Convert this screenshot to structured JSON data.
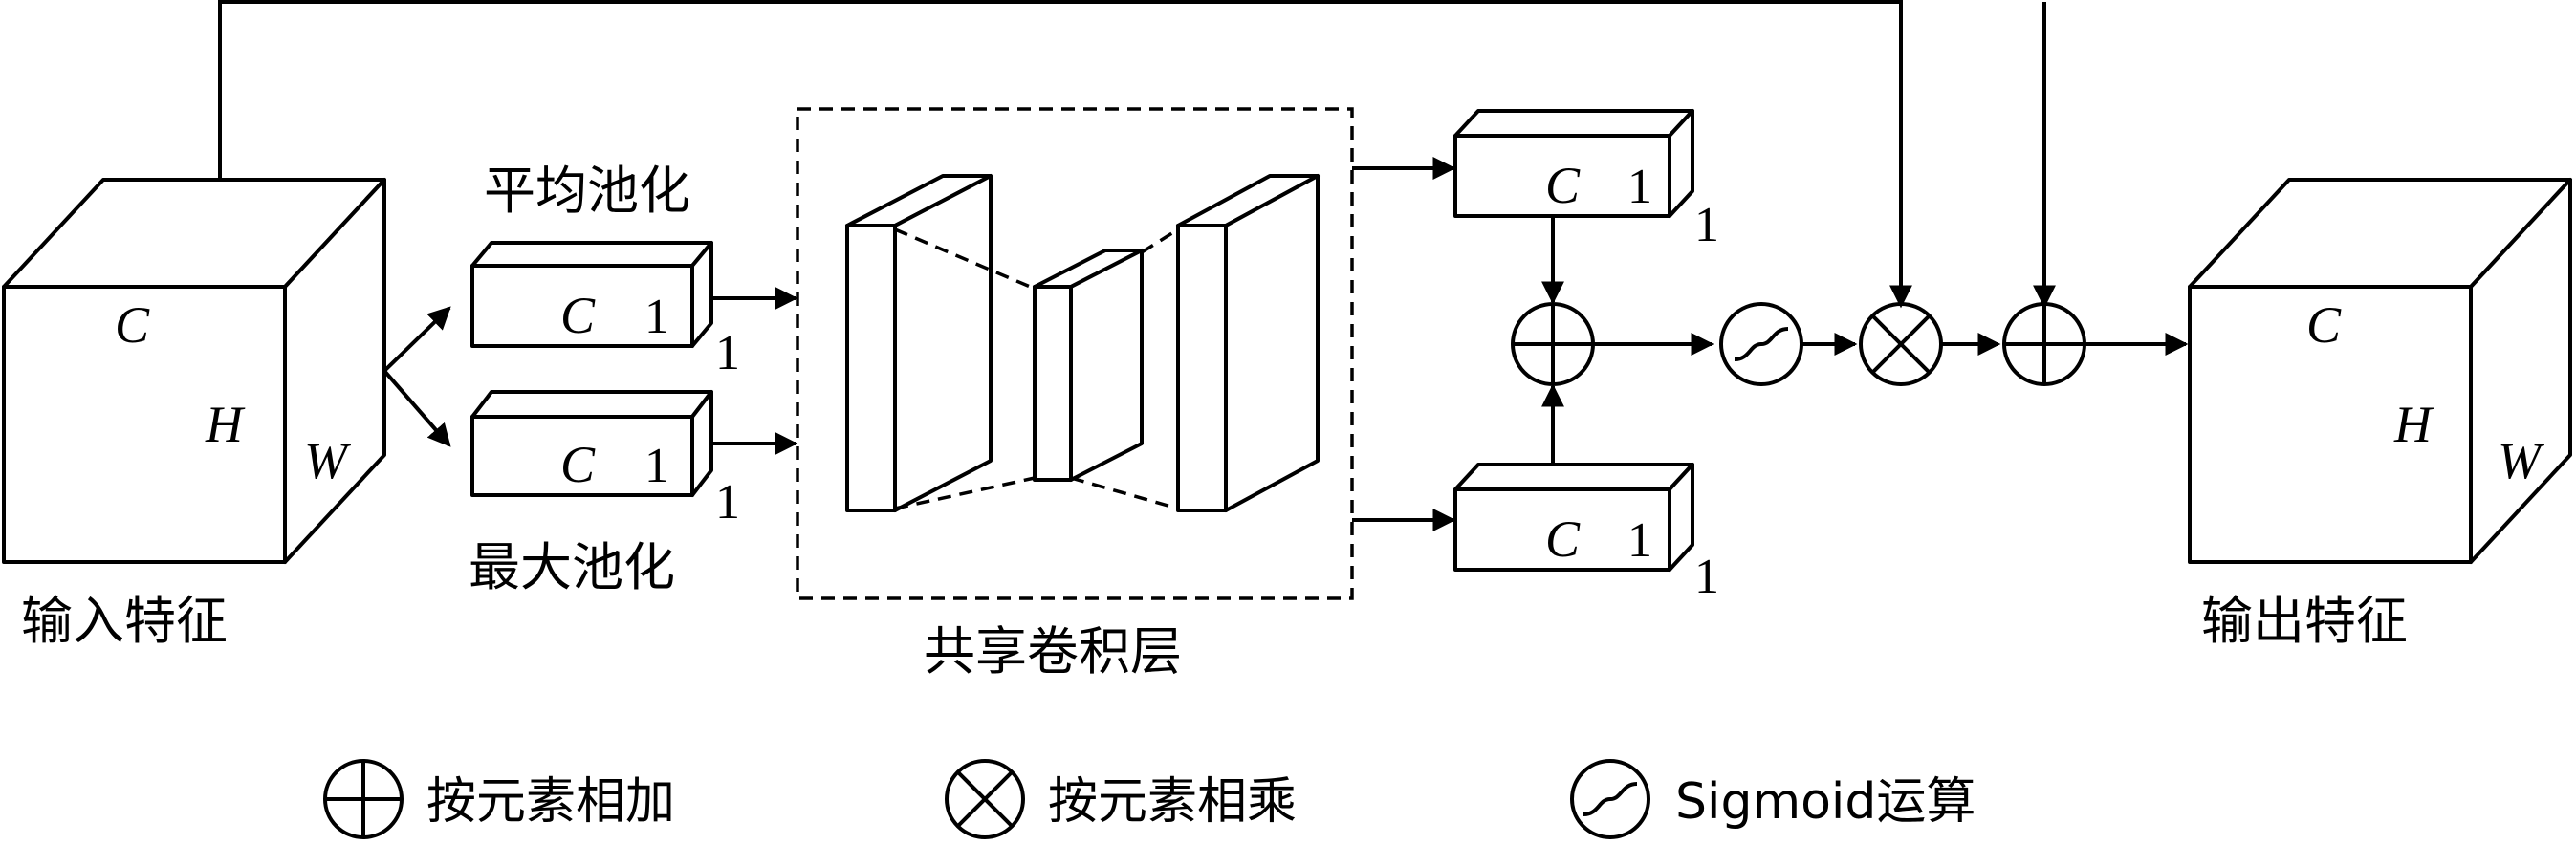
{
  "input": {
    "label": "输入特征",
    "c": "C",
    "h": "H",
    "w": "W"
  },
  "output": {
    "label": "输出特征",
    "c": "C",
    "h": "H",
    "w": "W"
  },
  "avg_pool": {
    "label": "平均池化",
    "c": "C",
    "one": "1",
    "depth": "1"
  },
  "max_pool": {
    "label": "最大池化",
    "c": "C",
    "one": "1",
    "depth": "1"
  },
  "shared_conv": {
    "label": "共享卷积层"
  },
  "top_out": {
    "c": "C",
    "one": "1",
    "depth": "1"
  },
  "bottom_out": {
    "c": "C",
    "one": "1",
    "depth": "1"
  },
  "legend": {
    "add": "按元素相加",
    "multiply": "按元素相乘",
    "sigmoid": "Sigmoid运算"
  }
}
